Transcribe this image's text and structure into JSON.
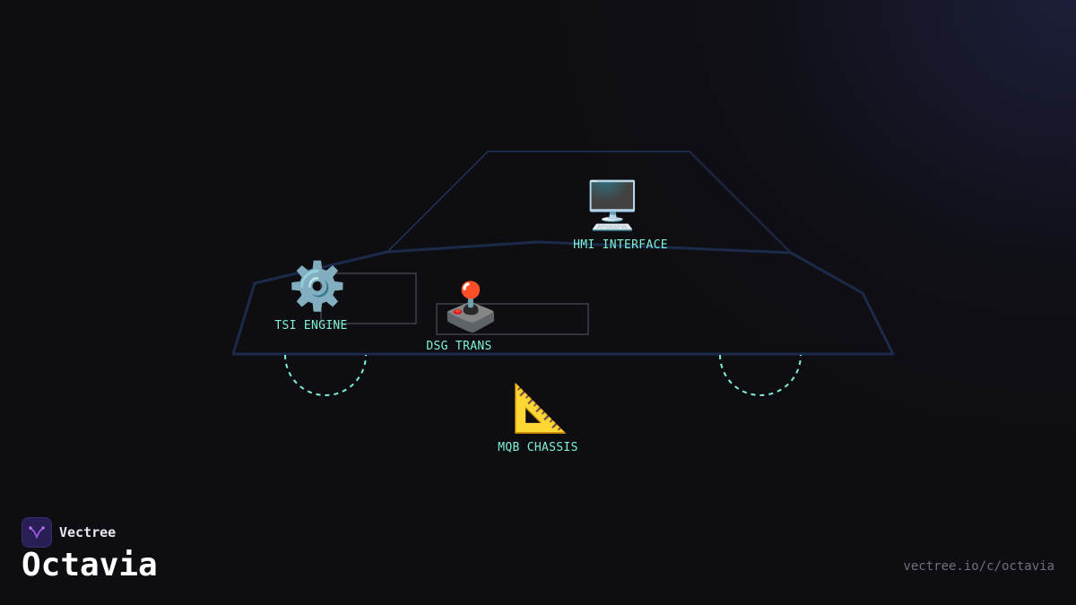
{
  "brand": {
    "name": "Vectree",
    "logo_icon": "vectree-logo-icon"
  },
  "title": "Octavia",
  "url": "vectree.io/c/octavia",
  "colors": {
    "background": "#0e0e12",
    "outline": "#1c2a4a",
    "accent": "#7ef2d8",
    "box_border": "#5a5c66"
  },
  "nodes": [
    {
      "id": "tsi-engine",
      "label": "TSI ENGINE",
      "icon": "gear-icon",
      "glyph": "⚙️"
    },
    {
      "id": "dsg-trans",
      "label": "DSG TRANS",
      "icon": "joystick-icon",
      "glyph": "🕹️"
    },
    {
      "id": "hmi-interface",
      "label": "HMI INTERFACE",
      "icon": "computer-monitor-icon",
      "glyph": "🖥️"
    },
    {
      "id": "mqb-chassis",
      "label": "MQB CHASSIS",
      "icon": "triangular-ruler-icon",
      "glyph": "📐"
    }
  ]
}
